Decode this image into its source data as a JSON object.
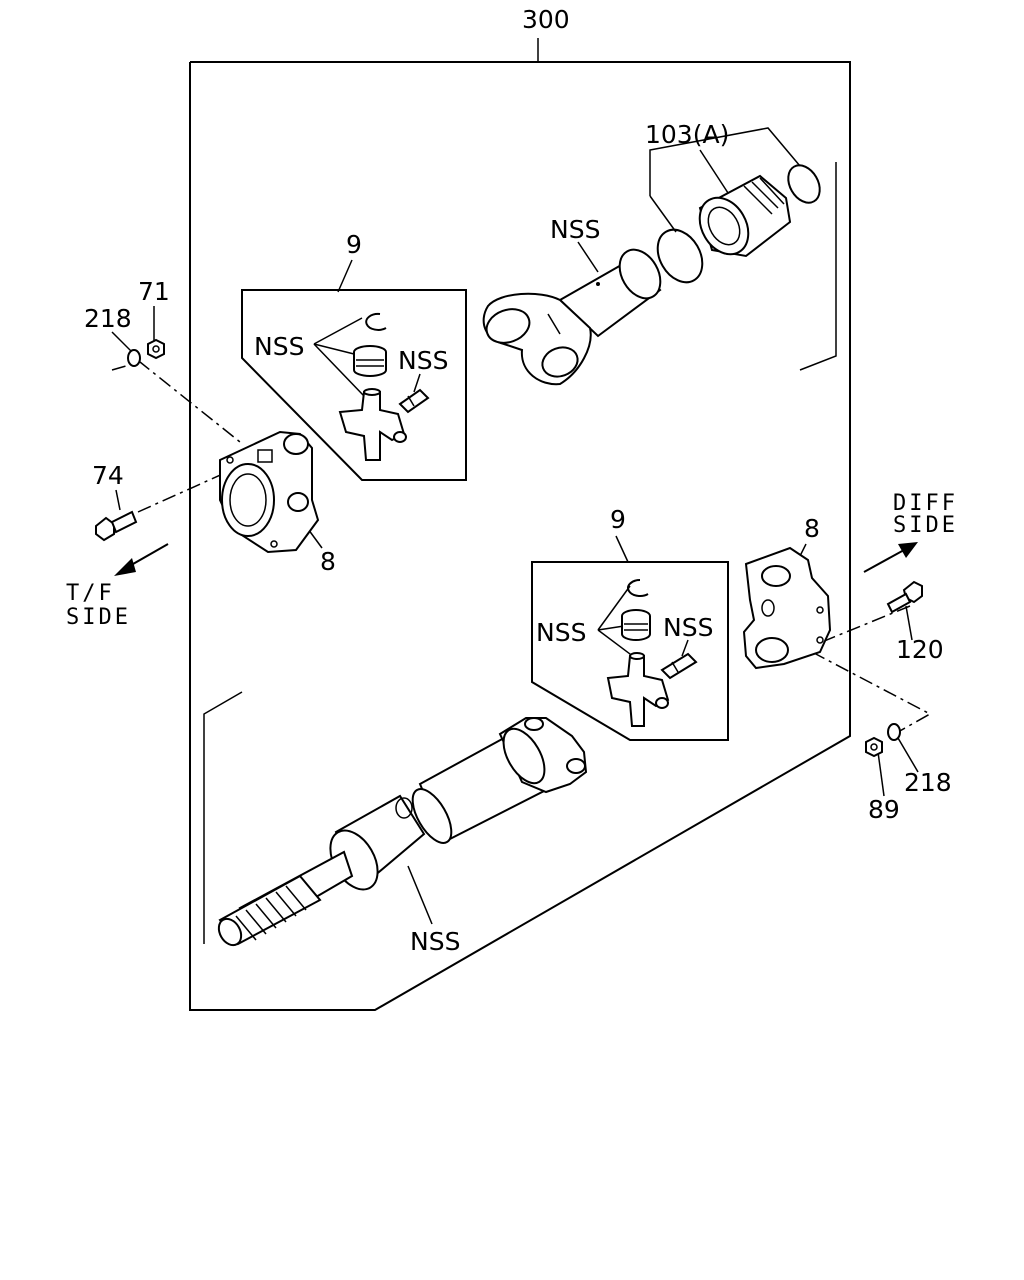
{
  "labels": {
    "assembly": "300",
    "seal_ring": "103(A)",
    "nss_top_shaft": "NSS",
    "kit_top": "9",
    "nss_top_caps": "NSS",
    "nss_top_fitting": "NSS",
    "nut_left": "71",
    "washer_left": "218",
    "bolt_left": "74",
    "flange_left": "8",
    "tf_side_1": "T/F",
    "tf_side_2": "SIDE",
    "kit_bottom": "9",
    "nss_bottom_caps": "NSS",
    "nss_bottom_fitting": "NSS",
    "flange_right": "8",
    "diff_side_1": "DIFF",
    "diff_side_2": "SIDE",
    "bolt_right": "120",
    "washer_right": "218",
    "nut_right": "89",
    "nss_bottom_shaft": "NSS"
  }
}
